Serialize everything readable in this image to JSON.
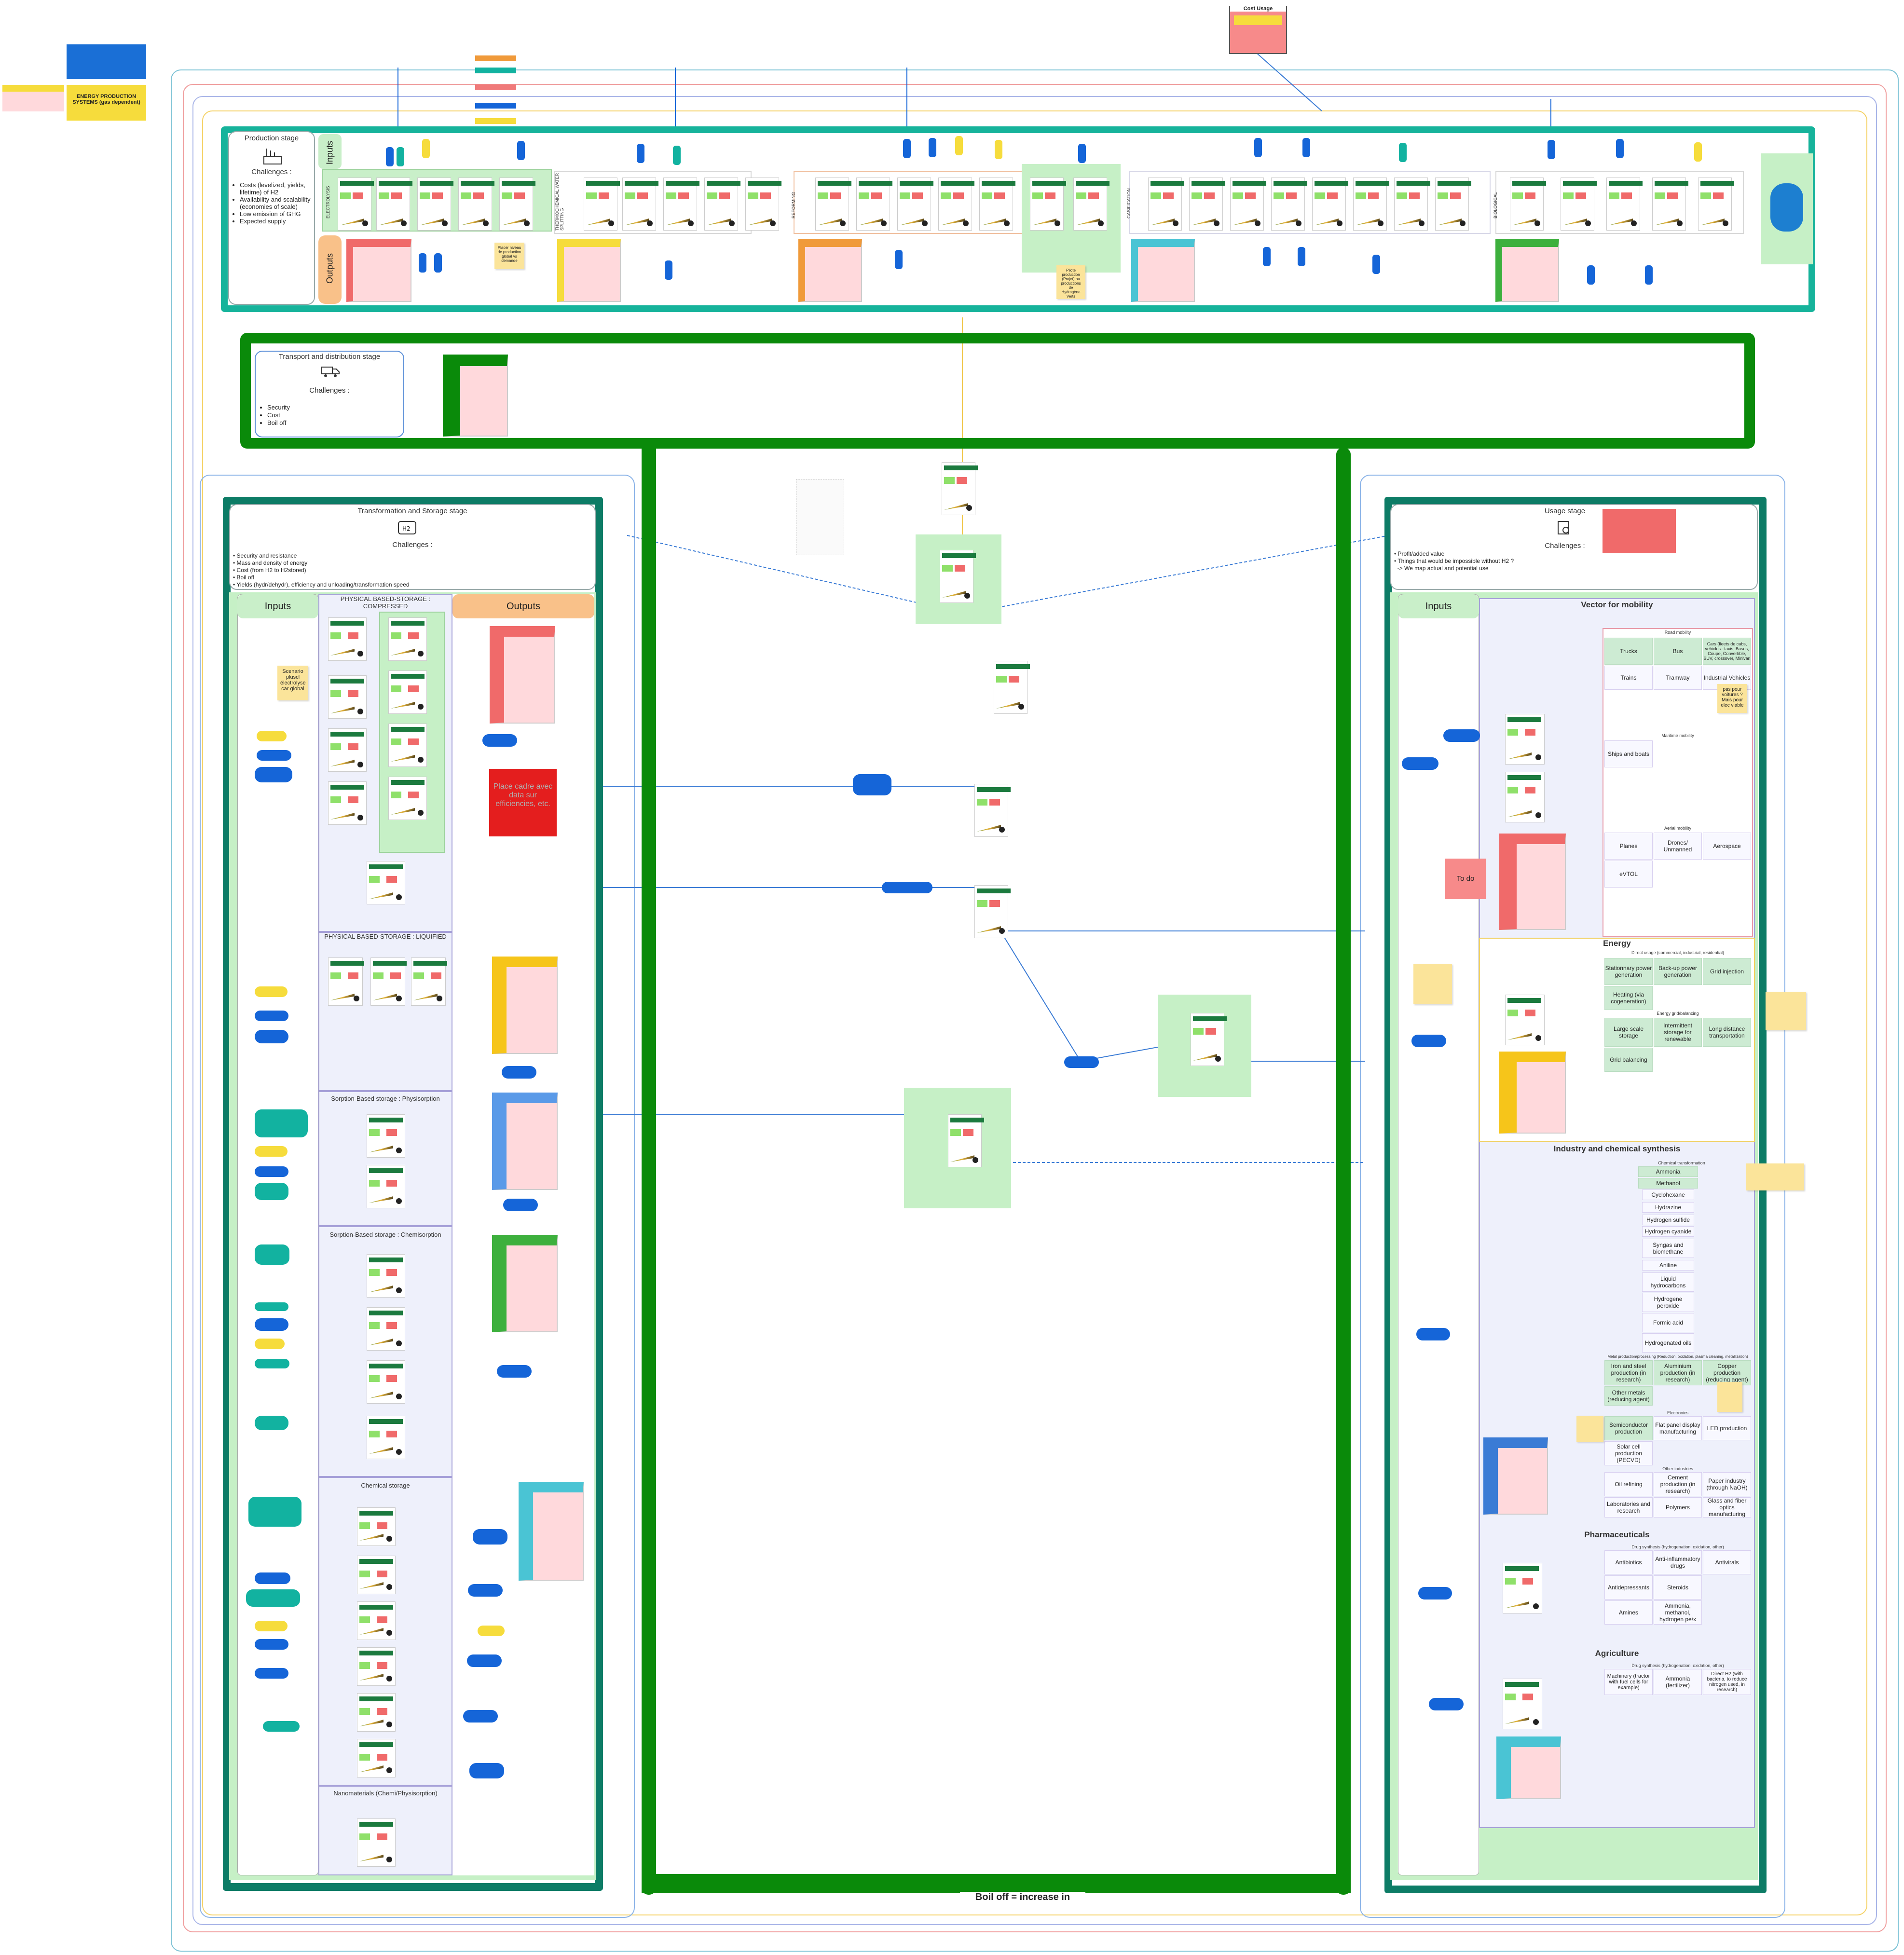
{
  "header": {
    "cost_usage": "Cost Usage",
    "energy_systems": "ENERGY PRODUCTION SYSTEMS (gas dependent)"
  },
  "production": {
    "stage": "Production stage",
    "challenges_label": "Challenges :",
    "challenges": [
      "Costs (levelized, yields, lifetime) of H2",
      "Availability and scalability (economies of scale)",
      "Low emission of GHG",
      "Expected supply"
    ],
    "inputs_label": "Inputs",
    "outputs_label": "Outputs",
    "groups": [
      "ELECTROLYSIS",
      "THERMOCHEMICAL WATER SPLITTING",
      "REFORMING",
      "GASIFICATION",
      "BIOLOGICAL"
    ],
    "note_pilot": "Pilote production (Projet) ou productions de Hydrogène Verts",
    "note_prix": "Placer niveau de production global vs demande"
  },
  "transport": {
    "stage": "Transport and distribution stage",
    "challenges_label": "Challenges :",
    "challenges": [
      "Security",
      "Cost",
      "Boil off"
    ]
  },
  "storage": {
    "stage": "Transformation and Storage stage",
    "challenges_label": "Challenges :",
    "challenges": [
      "Security and resistance",
      "Mass and density of energy",
      "Cost (from H2 to H2stored)",
      "Boil off",
      "Yields (hydr/dehydr), efficiency and unloading/transformation speed"
    ],
    "inputs_label": "Inputs",
    "outputs_label": "Outputs",
    "compressed": "PHYSICAL BASED-STORAGE : COMPRESSED",
    "liquified": "PHYSICAL BASED-STORAGE : LIQUIFIED",
    "physisorption": "Sorption-Based storage : Physisorption",
    "chemisorption": "Sorption-Based storage : Chemisorption",
    "chemical": "Chemical storage",
    "nano": "Nanomaterials (Chemi/Physisorption)",
    "scenario_note": "Scenario pluscl électrolyse car global",
    "red_note": "Place cadre avec data sur efficiencies, etc."
  },
  "usage": {
    "stage": "Usage stage",
    "challenges_label": "Challenges :",
    "challenges": [
      "Profit/added value",
      "Things that would be impossible without H2 ?",
      "-> We map actual and potential use"
    ],
    "inputs_label": "Inputs",
    "todo": "To do",
    "mobility": {
      "title": "Vector for mobility",
      "road_label": "Road mobility",
      "road": [
        "Trucks",
        "Bus",
        "Cars (fleets de cabs, vehicles : taxis, Buses, Coupe, Convertible, SUV, crossover, Minivan",
        "Trains",
        "Tramway",
        "Industrial Vehicles"
      ],
      "shipping_label": "Maritime mobility",
      "shipping": [
        "Ships and boats"
      ],
      "air_label": "Aerial mobility",
      "air": [
        "Planes",
        "Drones/ Unmanned",
        "Aerospace",
        "eVTOL"
      ],
      "note": "pas pour voitures ? Mais pour elec viable"
    },
    "energy": {
      "title": "Energy",
      "direct_label": "Direct usage (commercial, industrial, residential)",
      "direct": [
        "Stationnary power generation",
        "Back-up power generation",
        "Grid injection",
        "Heating (via cogeneration)"
      ],
      "storage_label": "Energy grid/balancing",
      "storage": [
        "Large scale storage",
        "Intermittent storage for renewable",
        "Long distance transportation",
        "Grid balancing"
      ]
    },
    "industry": {
      "title": "Industry and chemical synthesis",
      "chemical_label": "Chemical transformation",
      "chemicals": [
        "Ammonia",
        "Methanol",
        "Cyclohexane",
        "Hydrazine",
        "Hydrogen sulfide",
        "Hydrogen cyanide",
        "Syngas and biomethane",
        "Aniline",
        "Liquid hydrocarbons",
        "Hydrogene peroxide",
        "Formic acid",
        "Hydrogenated oils"
      ],
      "metals_label": "Metal production/processing (Reduction, oxidation, plasma cleaning, metallization)",
      "metals": [
        "Iron and steel production (in research)",
        "Aluminium production (in research)",
        "Copper production (reducing agent)",
        "Other metals (reducing agent)"
      ],
      "electronics_label": "Electronics",
      "electronics": [
        "Semiconductor production",
        "Flat panel display manufacturing",
        "LED production",
        "Solar cell production (PECVD)"
      ],
      "other_label": "Other industries",
      "other": [
        "Oil refining",
        "Cement production (in research)",
        "Paper industry (through NaOH)",
        "Laboratories and research",
        "Polymers",
        "Glass and fiber optics manufacturing"
      ]
    },
    "pharma": {
      "title": "Pharmaceuticals",
      "label": "Drug synthesis (hydrogenation, oxidation, other)",
      "items": [
        "Antibiotics",
        "Anti-inflammatory drugs",
        "Antivirals",
        "Antidepressants",
        "Steroids",
        "Amines",
        "Ammonia, methanol, hydrogen pe/x"
      ]
    },
    "agriculture": {
      "title": "Agriculture",
      "label": "Drug synthesis (hydrogenation, oxidation, other)",
      "items": [
        "Machinery (tractor with fuel cells for example)",
        "Ammonia (fertilizer)",
        "Direct H2 (with bacteria, to reduce nitrogen used, in research)"
      ]
    }
  },
  "footer": {
    "boil_off": "Boil off = increase in"
  },
  "colors": {
    "teal_frame": "#16b39b",
    "dark_teal_frame": "#0d7c66",
    "green_frame": "#0a8a0a",
    "blue_tag": "#1565d8",
    "lane": "#eef0fb"
  }
}
